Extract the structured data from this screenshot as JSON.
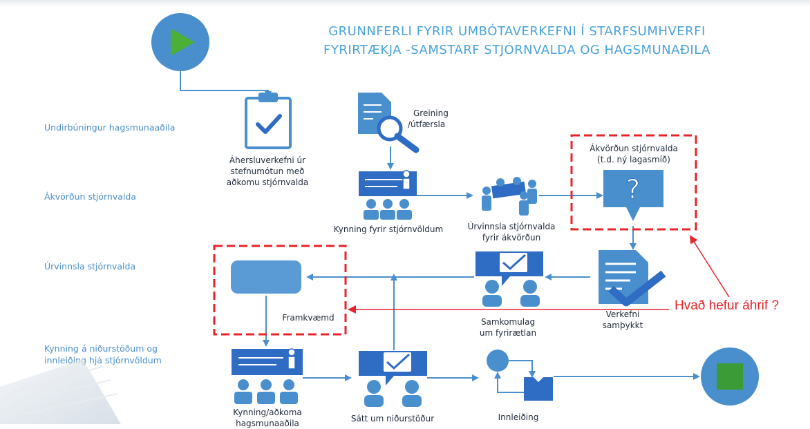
{
  "title": {
    "line1": "GRUNNFERLI FYRIR UMBÓTAVERKEFNI Í STARFSUMHVERFI",
    "line2": "FYRIRTÆKJA -SAMSTARF STJÓRNVALDA OG HAGSMUNAÐILA"
  },
  "lanes": {
    "lane1": "Undirbúningur hagsmunaaðila",
    "lane2": "Ákvörðun stjórnvalda",
    "lane3": "Úrvinnsla stjórnvalda",
    "lane4_line1": "Kynning á niðurstöðum og",
    "lane4_line2": "innleiðing hjá stjórnvöldum"
  },
  "nodes": {
    "aherslu": [
      "Áhersluverkefni úr",
      "stefnumótun með",
      "aðkomu stjórnvalda"
    ],
    "greining": [
      "Greining",
      "/útfærsla"
    ],
    "kynning_stj": [
      "Kynning fyrir stjórnvöldum"
    ],
    "urvinnsla": [
      "Úrvinnsla stjórnvalda",
      "fyrir ákvörðun"
    ],
    "akvordun": [
      "Ákvörðun stjórnvalda",
      "(t.d. ný lagasmíð)"
    ],
    "framkvaemd": [
      "Framkvæmd"
    ],
    "samkomulag": [
      "Samkomulag",
      "um fyrirætlan"
    ],
    "verkefni": [
      "Verkefni",
      "samþykkt"
    ],
    "kynning_adkoma": [
      "Kynning/aðkoma",
      "hagsmunaaðila"
    ],
    "satt": [
      "Sátt um niðurstöður"
    ],
    "innleiding": [
      "Innleiðing"
    ]
  },
  "annotation": "Hvað hefur áhrif ?",
  "colors": {
    "blue": "#4a8fcd",
    "dark_blue": "#2f6cc4",
    "light_blue": "#5b9bd5",
    "play_green": "#4caf38",
    "stop_green": "#3b9b36",
    "red": "#e8232a"
  },
  "icons": [
    "play-icon",
    "clipboard-check-icon",
    "document-search-icon",
    "presentation-icon",
    "team-meeting-icon",
    "question-bubble-icon",
    "document-check-icon",
    "chat-check-icon",
    "innleiding-process-icon",
    "stop-icon"
  ]
}
